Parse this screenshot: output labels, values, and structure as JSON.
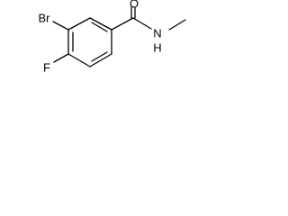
{
  "molecule": {
    "atoms": {
      "carbonyl_oxygen": "O",
      "amide_nitrogen": "N",
      "amide_hydrogen": "H",
      "bromine": "Br",
      "fluorine": "F"
    }
  },
  "colors": {
    "bond": "#000000",
    "label": "#000000",
    "background": "#ffffff"
  }
}
